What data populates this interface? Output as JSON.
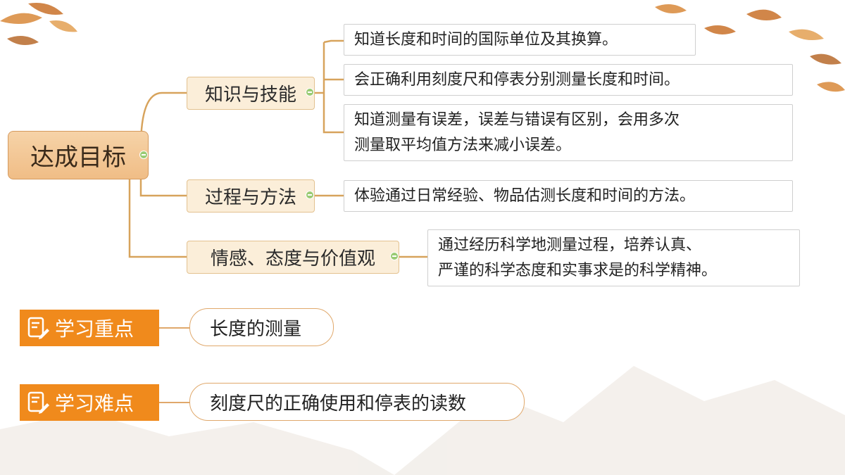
{
  "mindmap": {
    "root": "达成目标",
    "branches": [
      {
        "label": "知识与技能",
        "items": [
          "知道长度和时间的国际单位及其换算。",
          "会正确利用刻度尺和停表分别测量长度和时间。",
          [
            "知道测量有误差，误差与错误有区别，会用多次",
            "测量取平均值方法来减小误差。"
          ]
        ]
      },
      {
        "label": "过程与方法",
        "items": [
          "体验通过日常经验、物品估测长度和时间的方法。"
        ]
      },
      {
        "label": "情感、态度与价值观",
        "items": [
          [
            "通过经历科学地测量过程，培养认真、",
            "严谨的科学态度和实事求是的科学精神。"
          ]
        ]
      }
    ]
  },
  "key_point": {
    "tag": "学习重点",
    "value": "长度的测量"
  },
  "difficulty": {
    "tag": "学习难点",
    "value": "刻度尺的正确使用和停表的读数"
  },
  "colors": {
    "accent": "#f08a1c",
    "line": "#d7a35c",
    "collapse": "#9acb74"
  }
}
